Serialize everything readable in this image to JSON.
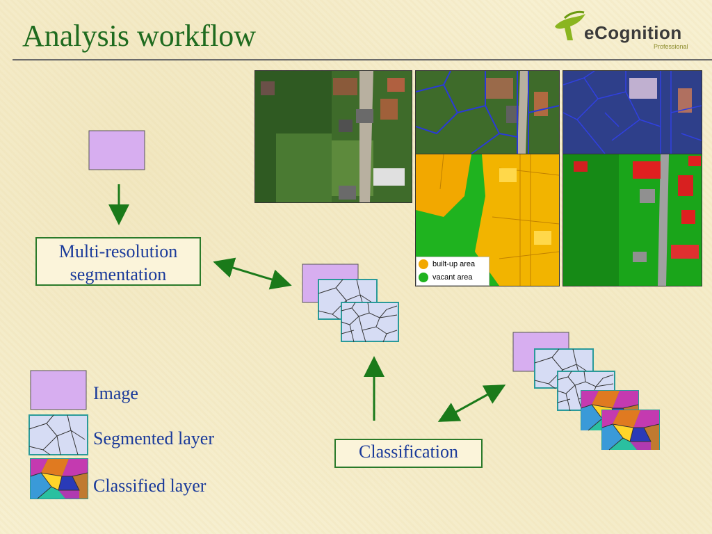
{
  "title": "Analysis workflow",
  "logo": {
    "brand": "eCognition",
    "subtitle": "Professional"
  },
  "process_boxes": {
    "segmentation": [
      "Multi-resolution",
      "segmentation"
    ],
    "classification": "Classification"
  },
  "legend": {
    "image": "Image",
    "segmented": "Segmented layer",
    "classified": "Classified layer"
  },
  "map_legend": {
    "items": [
      {
        "label": "built-up area",
        "color": "#f2a800"
      },
      {
        "label": "vacant area",
        "color": "#1fb31f"
      }
    ]
  },
  "colors": {
    "title": "#1f6b1f",
    "arrows": "#1a7a1a",
    "image_layer": "#d7aef0",
    "segmented_layer": "#d6dcf4",
    "text": "#1a3a9a"
  }
}
